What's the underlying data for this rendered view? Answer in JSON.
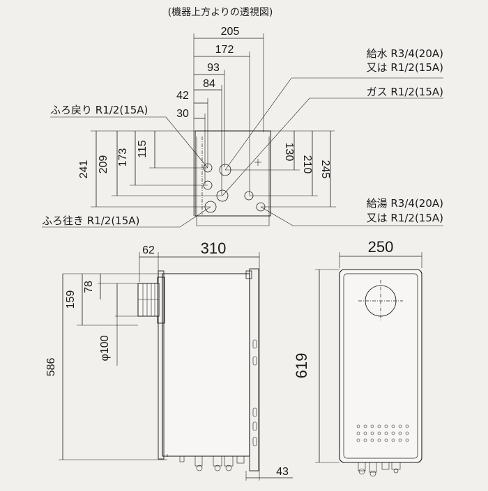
{
  "top_view": {
    "title": "(機器上方よりの透視図)",
    "dim_205": "205",
    "dim_172": "172",
    "dim_93": "93",
    "dim_84": "84",
    "dim_42": "42",
    "dim_30": "30",
    "dim_241": "241",
    "dim_209": "209",
    "dim_173": "173",
    "dim_115": "115",
    "dim_130": "130",
    "dim_210": "210",
    "dim_245": "245"
  },
  "pipes": {
    "water_supply_1": "給水 R3/4(20A)",
    "water_supply_2": "又は R1/2(15A)",
    "gas": "ガス R1/2(15A)",
    "bath_return": "ふろ戻り R1/2(15A)",
    "hot_water_1": "給湯 R3/4(20A)",
    "hot_water_2": "又は R1/2(15A)",
    "bath_supply": "ふろ往き R1/2(15A)"
  },
  "side_view": {
    "dim_62": "62",
    "dim_310": "310",
    "dim_159": "159",
    "dim_78": "78",
    "dim_phi100": "φ100",
    "dim_586": "586",
    "dim_43": "43"
  },
  "front_view": {
    "dim_250": "250",
    "dim_619": "619"
  }
}
